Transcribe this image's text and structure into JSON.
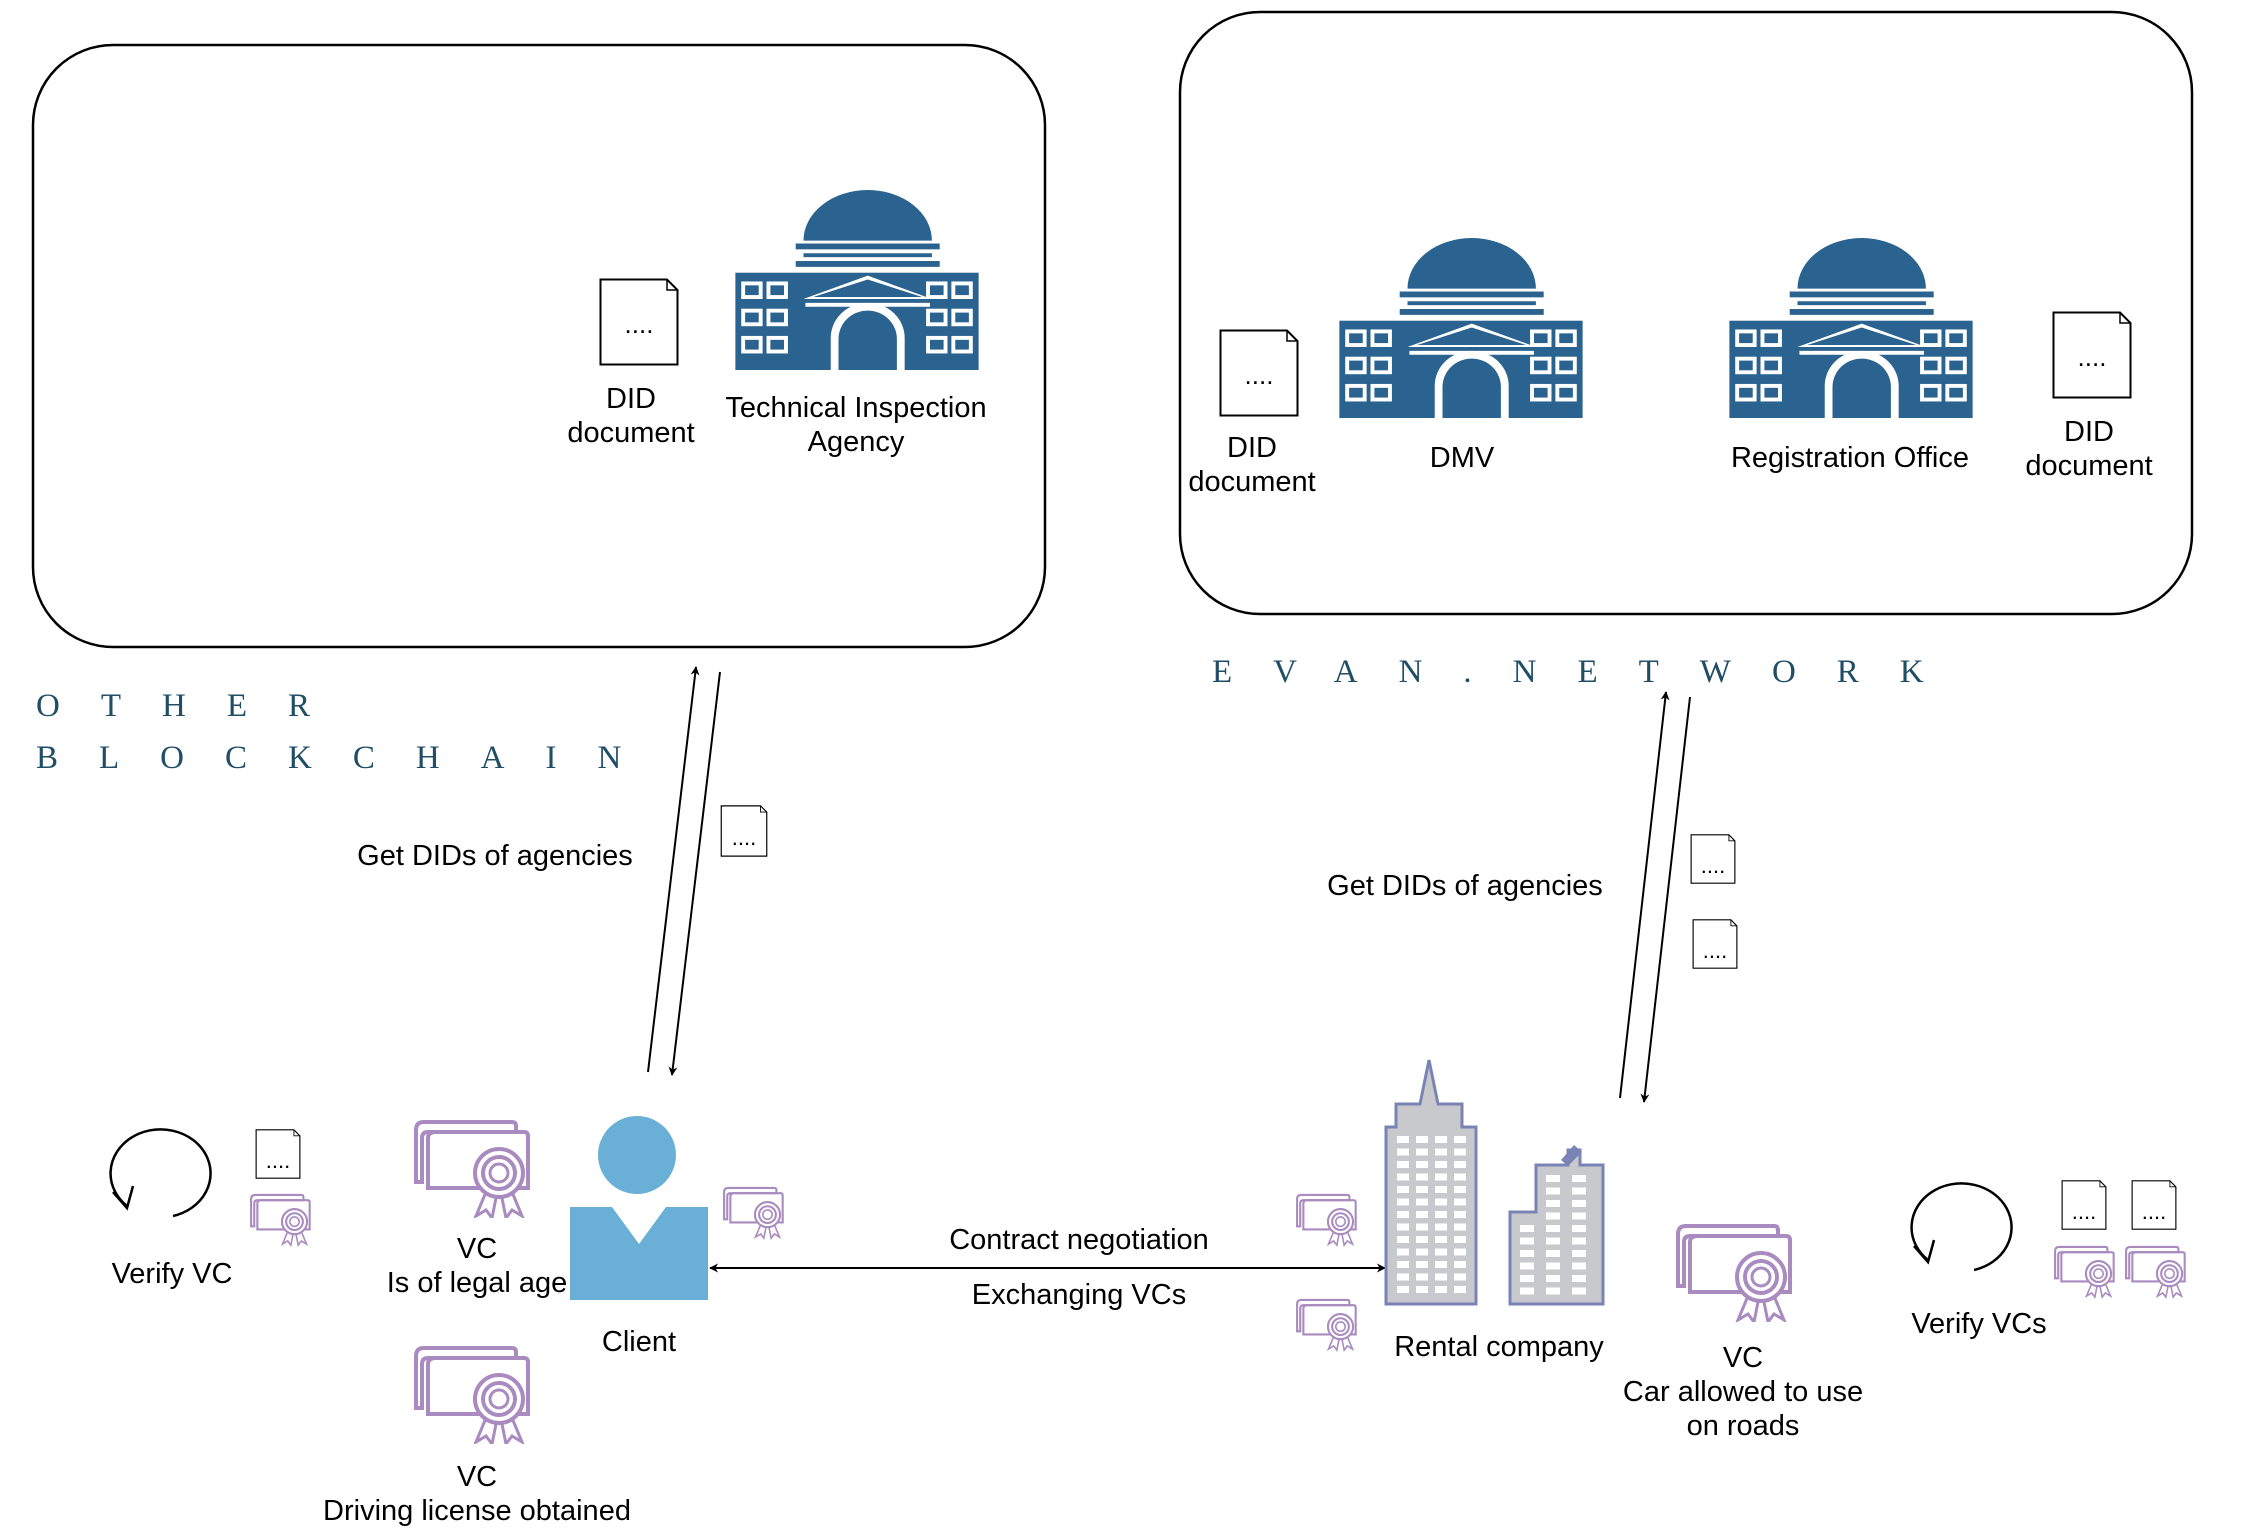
{
  "regions": {
    "other_blockchain": "OTHER BLOCKCHAIN",
    "other_blockchain_line1": "OTHER",
    "other_blockchain_line2": "BLOCKCHAIN",
    "evan_network": "EVAN.NETWORK"
  },
  "agencies": {
    "tia": {
      "name": "Technical Inspection Agency",
      "line1": "Technical Inspection",
      "line2": "Agency"
    },
    "dmv": {
      "name": "DMV"
    },
    "reg_office": {
      "name": "Registration Office"
    }
  },
  "did_doc": {
    "line1": "DID",
    "line2": "document",
    "dots": "...."
  },
  "client": {
    "name": "Client"
  },
  "rental": {
    "name": "Rental company"
  },
  "vcs": {
    "legal_age": {
      "line1": "VC",
      "line2": "Is of legal age"
    },
    "driving_license": {
      "line1": "VC",
      "line2": "Driving license obtained"
    },
    "car_allowed": {
      "line1": "VC",
      "line2": "Car allowed to use",
      "line3": "on roads"
    }
  },
  "verify": {
    "client": "Verify VC",
    "rental": "Verify VCs"
  },
  "edges": {
    "get_dids_left": "Get DIDs of agencies",
    "get_dids_right": "Get DIDs of agencies",
    "contract": "Contract negotiation",
    "exchanging": "Exchanging VCs"
  },
  "colors": {
    "building": "#2b6390",
    "person": "#6aafd6",
    "certificate": "#a98bbf",
    "office": "#c8c9cc",
    "office_outline": "#7a84b4",
    "ghost_text": "#1f4e66"
  },
  "icons": {
    "building": "government-building-icon",
    "document": "document-icon",
    "certificate": "certificate-icon",
    "person": "person-icon",
    "office": "office-buildings-icon",
    "cycle": "cycle-arrow-icon"
  }
}
